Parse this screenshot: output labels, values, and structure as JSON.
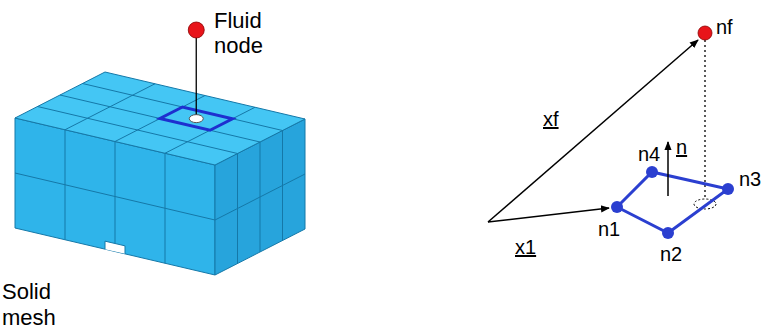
{
  "diagram": {
    "labels": [
      "Fluid node",
      "nf",
      "n4",
      "n",
      "n3",
      "n1",
      "xf",
      "x1",
      "n2",
      "Solid mesh"
    ]
  }
}
